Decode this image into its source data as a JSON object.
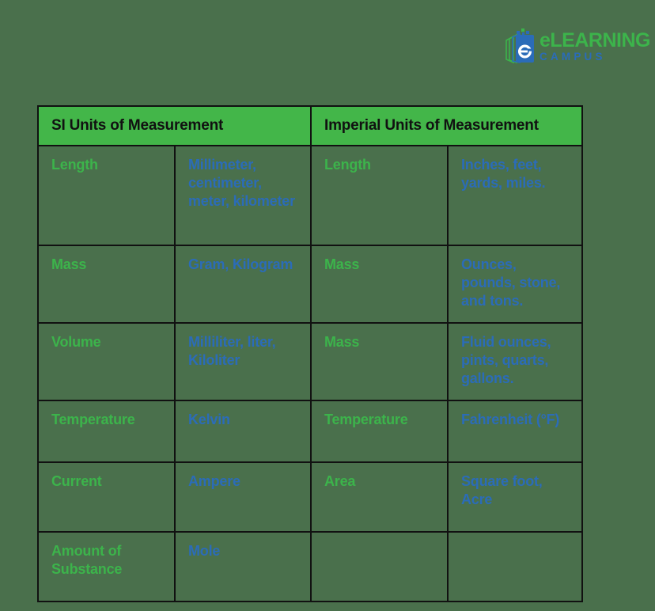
{
  "logo": {
    "icon_name": "elearning-book-icon",
    "line1": "eLEARNING",
    "line1_prefix": "e",
    "line1_main": "LEARNING",
    "line2": "CAMPUS",
    "green": "#3cb44b",
    "blue": "#2b6cb8"
  },
  "table": {
    "headers": [
      "SI Units of Measurement",
      "Imperial Units of Measurement"
    ],
    "header_bg": "#43b649",
    "header_text_color": "#111111",
    "border_color": "#111111",
    "page_bg": "#4a704c",
    "quantity_color": "#3cb44b",
    "units_color": "#2b6cb8",
    "rows": [
      {
        "si_quantity": "Length",
        "si_units": "Millimeter, centimeter, meter, kilometer",
        "imperial_quantity": "Length",
        "imperial_units": "Inches, feet, yards, miles."
      },
      {
        "si_quantity": "Mass",
        "si_units": "Gram, Kilogram",
        "imperial_quantity": "Mass",
        "imperial_units": "Ounces, pounds, stone, and tons."
      },
      {
        "si_quantity": "Volume",
        "si_units": "Milliliter, liter, Kiloliter",
        "imperial_quantity": "Mass",
        "imperial_units": "Fluid ounces, pints, quarts, gallons."
      },
      {
        "si_quantity": "Temperature",
        "si_units": "Kelvin",
        "imperial_quantity": "Temperature",
        "imperial_units": "Fahrenheit (°F)"
      },
      {
        "si_quantity": "Current",
        "si_units": "Ampere",
        "imperial_quantity": "Area",
        "imperial_units": "Square foot, Acre"
      },
      {
        "si_quantity": "Amount of Substance",
        "si_units": "Mole",
        "imperial_quantity": "",
        "imperial_units": ""
      }
    ]
  }
}
